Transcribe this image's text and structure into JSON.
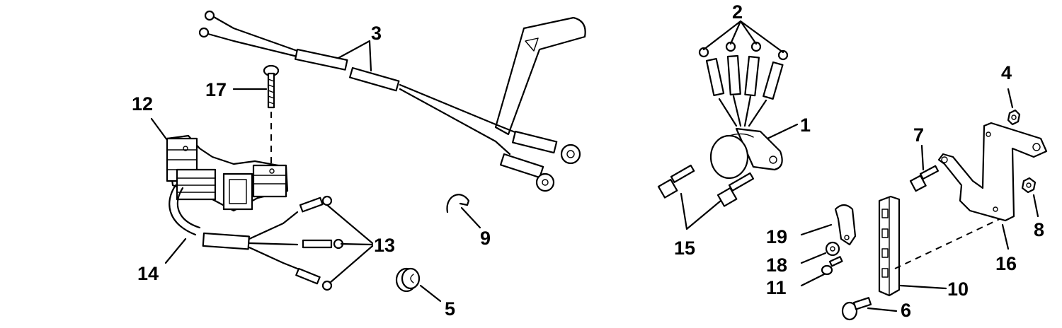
{
  "diagram": {
    "callouts": [
      {
        "id": "c1",
        "label": "1"
      },
      {
        "id": "c2",
        "label": "2"
      },
      {
        "id": "c3",
        "label": "3"
      },
      {
        "id": "c4",
        "label": "4"
      },
      {
        "id": "c5",
        "label": "5"
      },
      {
        "id": "c6",
        "label": "6"
      },
      {
        "id": "c7",
        "label": "7"
      },
      {
        "id": "c8",
        "label": "8"
      },
      {
        "id": "c9",
        "label": "9"
      },
      {
        "id": "c10",
        "label": "10"
      },
      {
        "id": "c11",
        "label": "11"
      },
      {
        "id": "c12",
        "label": "12"
      },
      {
        "id": "c13",
        "label": "13"
      },
      {
        "id": "c14",
        "label": "14"
      },
      {
        "id": "c15",
        "label": "15"
      },
      {
        "id": "c16",
        "label": "16"
      },
      {
        "id": "c17",
        "label": "17"
      },
      {
        "id": "c18",
        "label": "18"
      },
      {
        "id": "c19",
        "label": "19"
      }
    ],
    "colors": {
      "ink": "#000000",
      "paper": "#ffffff"
    }
  }
}
